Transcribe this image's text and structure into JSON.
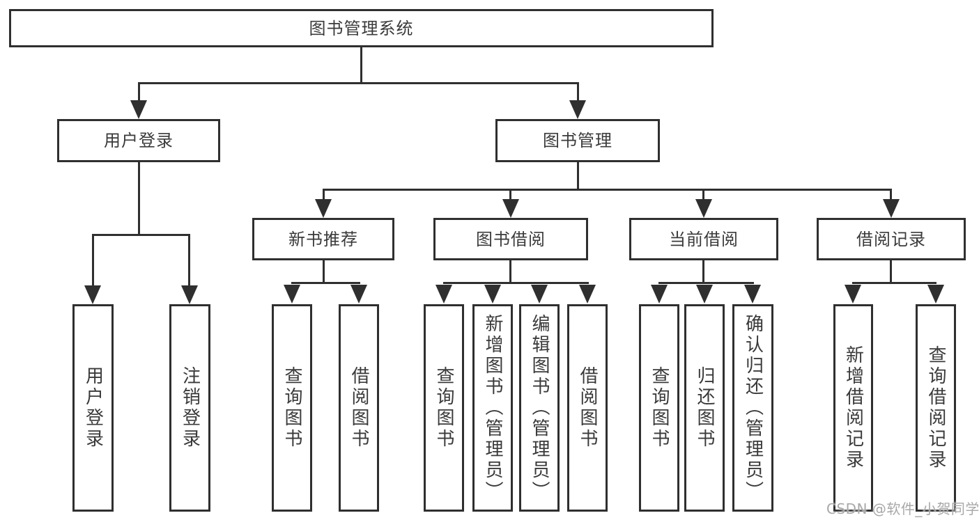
{
  "tree": {
    "label": "图书管理系统",
    "children": [
      {
        "label": "用户登录",
        "children": [
          {
            "label": "用户登录"
          },
          {
            "label": "注销登录"
          }
        ]
      },
      {
        "label": "图书管理",
        "children": [
          {
            "label": "新书推荐",
            "children": [
              {
                "label": "查询图书"
              },
              {
                "label": "借阅图书"
              }
            ]
          },
          {
            "label": "图书借阅",
            "children": [
              {
                "label": "查询图书"
              },
              {
                "label": "新增图书（管理员）"
              },
              {
                "label": "编辑图书（管理员）"
              },
              {
                "label": "借阅图书"
              }
            ]
          },
          {
            "label": "当前借阅",
            "children": [
              {
                "label": "查询图书"
              },
              {
                "label": "归还图书"
              },
              {
                "label": "确认归还（管理员）"
              }
            ]
          },
          {
            "label": "借阅记录",
            "children": [
              {
                "label": "新增借阅记录"
              },
              {
                "label": "查询借阅记录"
              }
            ]
          }
        ]
      }
    ]
  },
  "watermark": "CSDN @软件_小贺同学",
  "colors": {
    "line": "#2f2f2f",
    "text": "#3a3a3a",
    "box_bg": "#ffffff",
    "watermark": "#a8a8a8"
  }
}
